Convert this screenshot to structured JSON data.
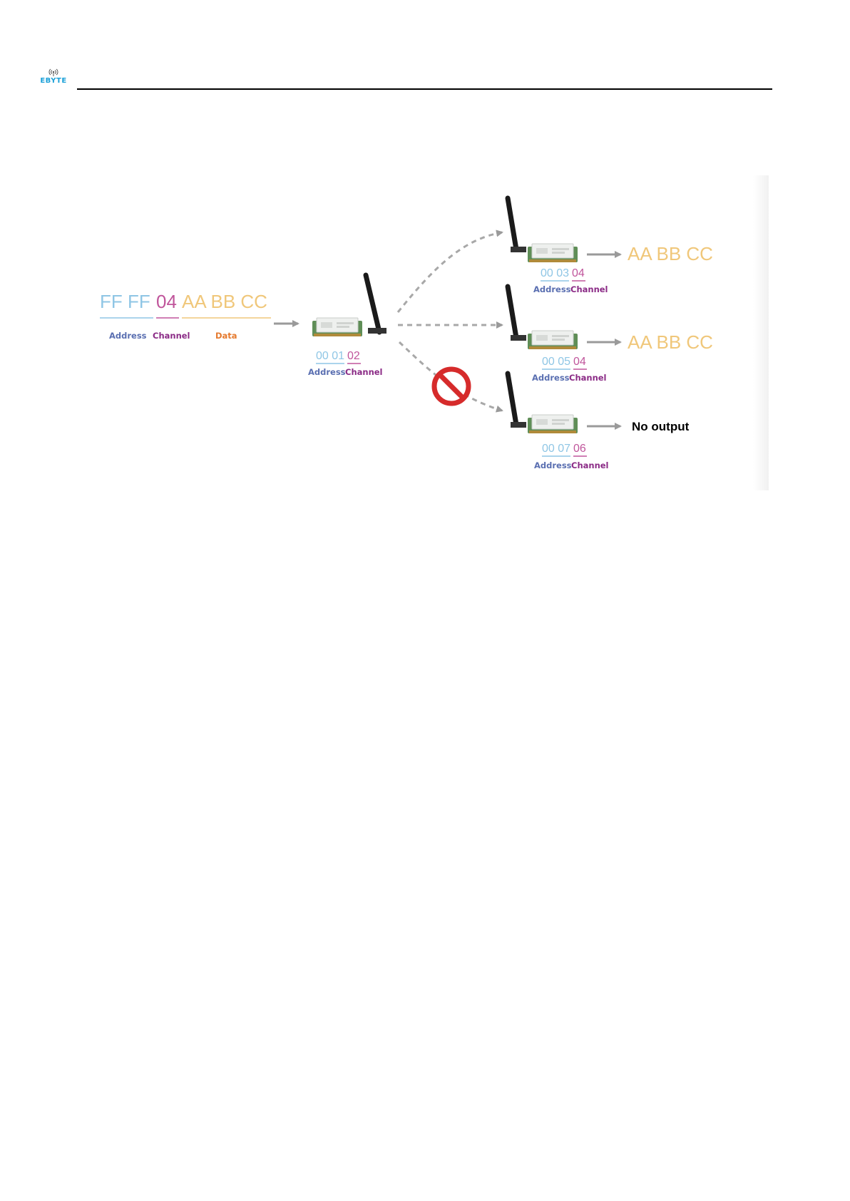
{
  "header": {
    "logo_text": "EBYTE",
    "logo_icon": "antenna-waves-icon"
  },
  "colors": {
    "address": "#8fc6e5",
    "address_label": "#5a6fb1",
    "channel": "#c0559b",
    "channel_label": "#8b2b86",
    "data": "#f0c77a",
    "data_label": "#e57a2e",
    "no_output": "#000000",
    "blocked": "#d62b2b"
  },
  "diagram": {
    "packet": {
      "address": "FF FF",
      "channel": "04",
      "data": "AA BB CC",
      "address_label": "Address",
      "channel_label": "Channel",
      "data_label": "Data"
    },
    "sender": {
      "address": "00 01",
      "channel": "02",
      "address_label": "Address",
      "channel_label": "Channel"
    },
    "receivers": [
      {
        "address": "00 03",
        "channel": "04",
        "address_label": "Address",
        "channel_label": "Channel",
        "output": "AA BB CC",
        "blocked": false
      },
      {
        "address": "00 05",
        "channel": "04",
        "address_label": "Address",
        "channel_label": "Channel",
        "output": "AA BB CC",
        "blocked": false
      },
      {
        "address": "00 07",
        "channel": "06",
        "address_label": "Address",
        "channel_label": "Channel",
        "output": "No output",
        "blocked": true
      }
    ],
    "blocked_icon": "prohibited-icon",
    "module_icon": "wireless-module-icon"
  }
}
